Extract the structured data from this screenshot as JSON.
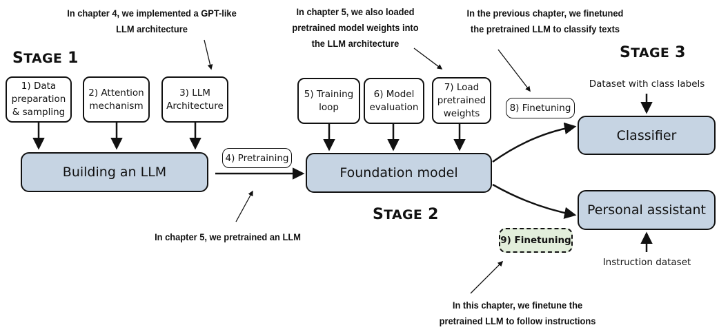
{
  "annotations": {
    "ch4_arch": [
      "In chapter 4, we implemented a GPT-like",
      "LLM architecture"
    ],
    "ch5_weights": [
      "In chapter 5, we also loaded",
      "pretrained model weights into",
      "the LLM architecture"
    ],
    "prev_chapter": [
      "In the previous chapter, we finetuned",
      "the pretrained LLM to classify texts"
    ],
    "ch5_pretrain": "In chapter 5, we pretrained an LLM",
    "this_chapter": [
      "In this chapter, we finetune the",
      "pretrained LLM to follow instructions"
    ]
  },
  "stages": {
    "stage1": {
      "first": "S",
      "rest": "TAGE",
      "num": " 1"
    },
    "stage2": {
      "first": "S",
      "rest": "TAGE",
      "num": " 2"
    },
    "stage3": {
      "first": "S",
      "rest": "TAGE",
      "num": " 3"
    }
  },
  "steps": {
    "s1": [
      "1) Data",
      "preparation",
      "& sampling"
    ],
    "s2": [
      "2) Attention",
      "mechanism"
    ],
    "s3": [
      "3) LLM",
      "Architecture"
    ],
    "s4": "4) Pretraining",
    "s5": [
      "5) Training",
      "loop"
    ],
    "s6": [
      "6) Model",
      "evaluation"
    ],
    "s7": [
      "7) Load",
      "pretrained",
      "weights"
    ],
    "s8": "8) Finetuning",
    "s9": "9) Finetuning"
  },
  "main_boxes": {
    "building": "Building an LLM",
    "foundation": "Foundation model",
    "classifier": "Classifier",
    "assistant": "Personal assistant"
  },
  "inputs": {
    "class_labels": "Dataset with class labels",
    "instruction": "Instruction dataset"
  },
  "colors": {
    "main_box_fill": "#c6d4e3",
    "highlight_fill": "#e2eedb",
    "stroke": "#111111"
  }
}
